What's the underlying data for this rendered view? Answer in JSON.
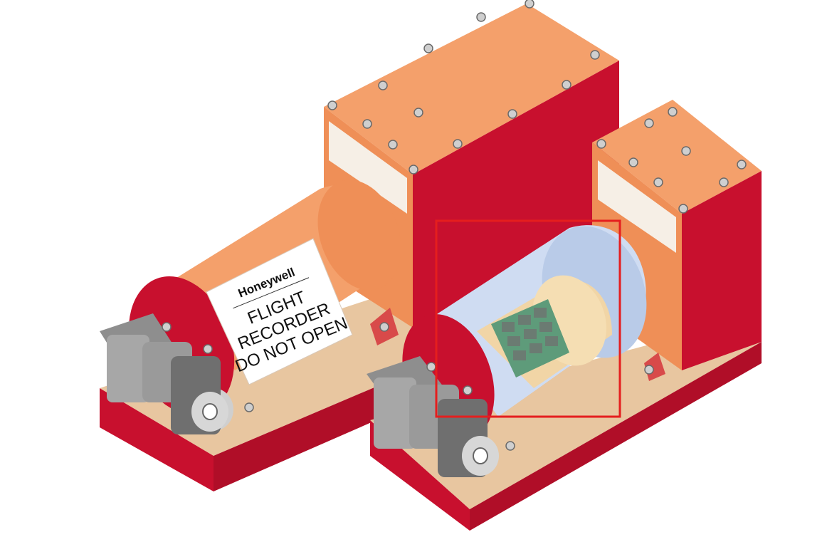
{
  "label": {
    "brand": "Honeywell",
    "line1": "FLIGHT",
    "line2": "RECORDER",
    "line3": "DO NOT OPEN"
  },
  "colors": {
    "red": "#c8102e",
    "orange": "#f4a06b",
    "tan": "#e8b889",
    "highlight": "#e51e1e",
    "insulation": "#c8d8f0",
    "board": "#4f8a6a"
  }
}
